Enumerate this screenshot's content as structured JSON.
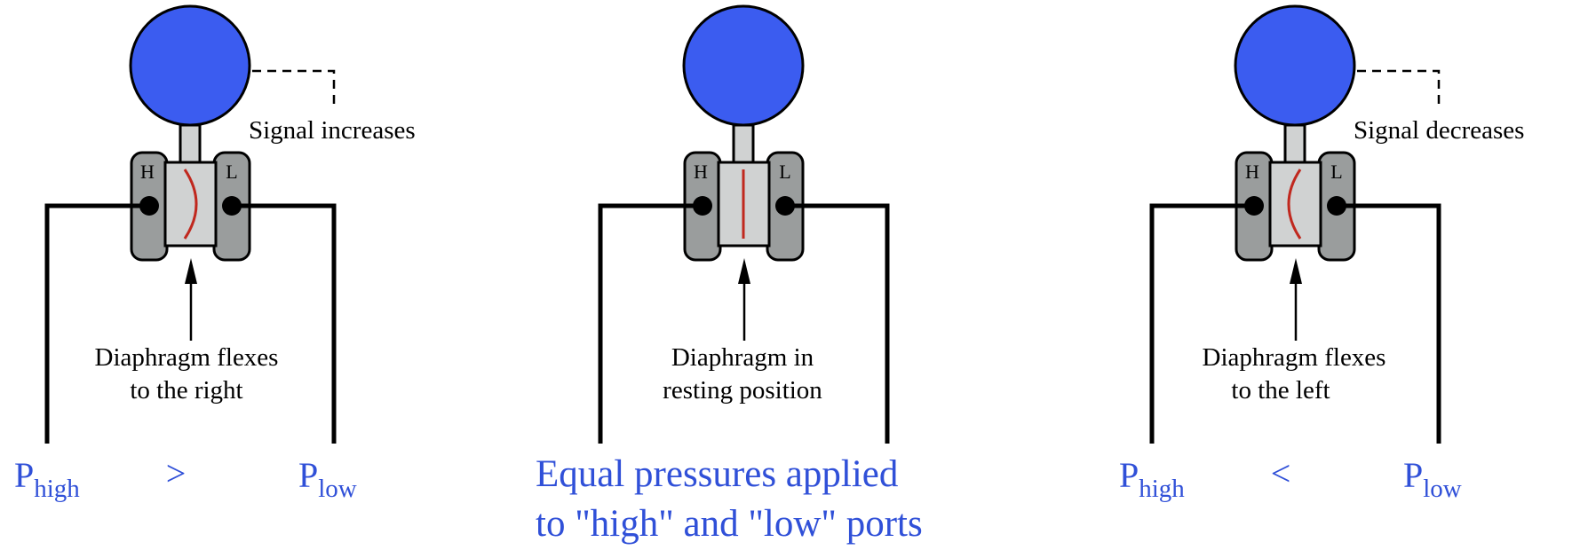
{
  "colors": {
    "gauge": "#3b5cf0",
    "body": "#d0d2d2",
    "flange": "#9a9d9d",
    "diaphragm": "#c0281e",
    "text_blue": "#3050d8",
    "line": "#000000"
  },
  "panels": [
    {
      "id": "left",
      "port_high": "H",
      "port_low": "L",
      "diaphragm_state": "flexed-right",
      "signal_label": "Signal increases",
      "caption_line1": "Diaphragm flexes",
      "caption_line2": "to the right",
      "p_high": "P",
      "p_high_sub": "high",
      "relation": ">",
      "p_low": "P",
      "p_low_sub": "low"
    },
    {
      "id": "middle",
      "port_high": "H",
      "port_low": "L",
      "diaphragm_state": "resting",
      "caption_line1": "Diaphragm in",
      "caption_line2": "resting position",
      "statement_line1": "Equal pressures applied",
      "statement_line2": "to \"high\" and \"low\" ports"
    },
    {
      "id": "right",
      "port_high": "H",
      "port_low": "L",
      "diaphragm_state": "flexed-left",
      "signal_label": "Signal decreases",
      "caption_line1": "Diaphragm flexes",
      "caption_line2": "to the left",
      "p_high": "P",
      "p_high_sub": "high",
      "relation": "<",
      "p_low": "P",
      "p_low_sub": "low"
    }
  ]
}
